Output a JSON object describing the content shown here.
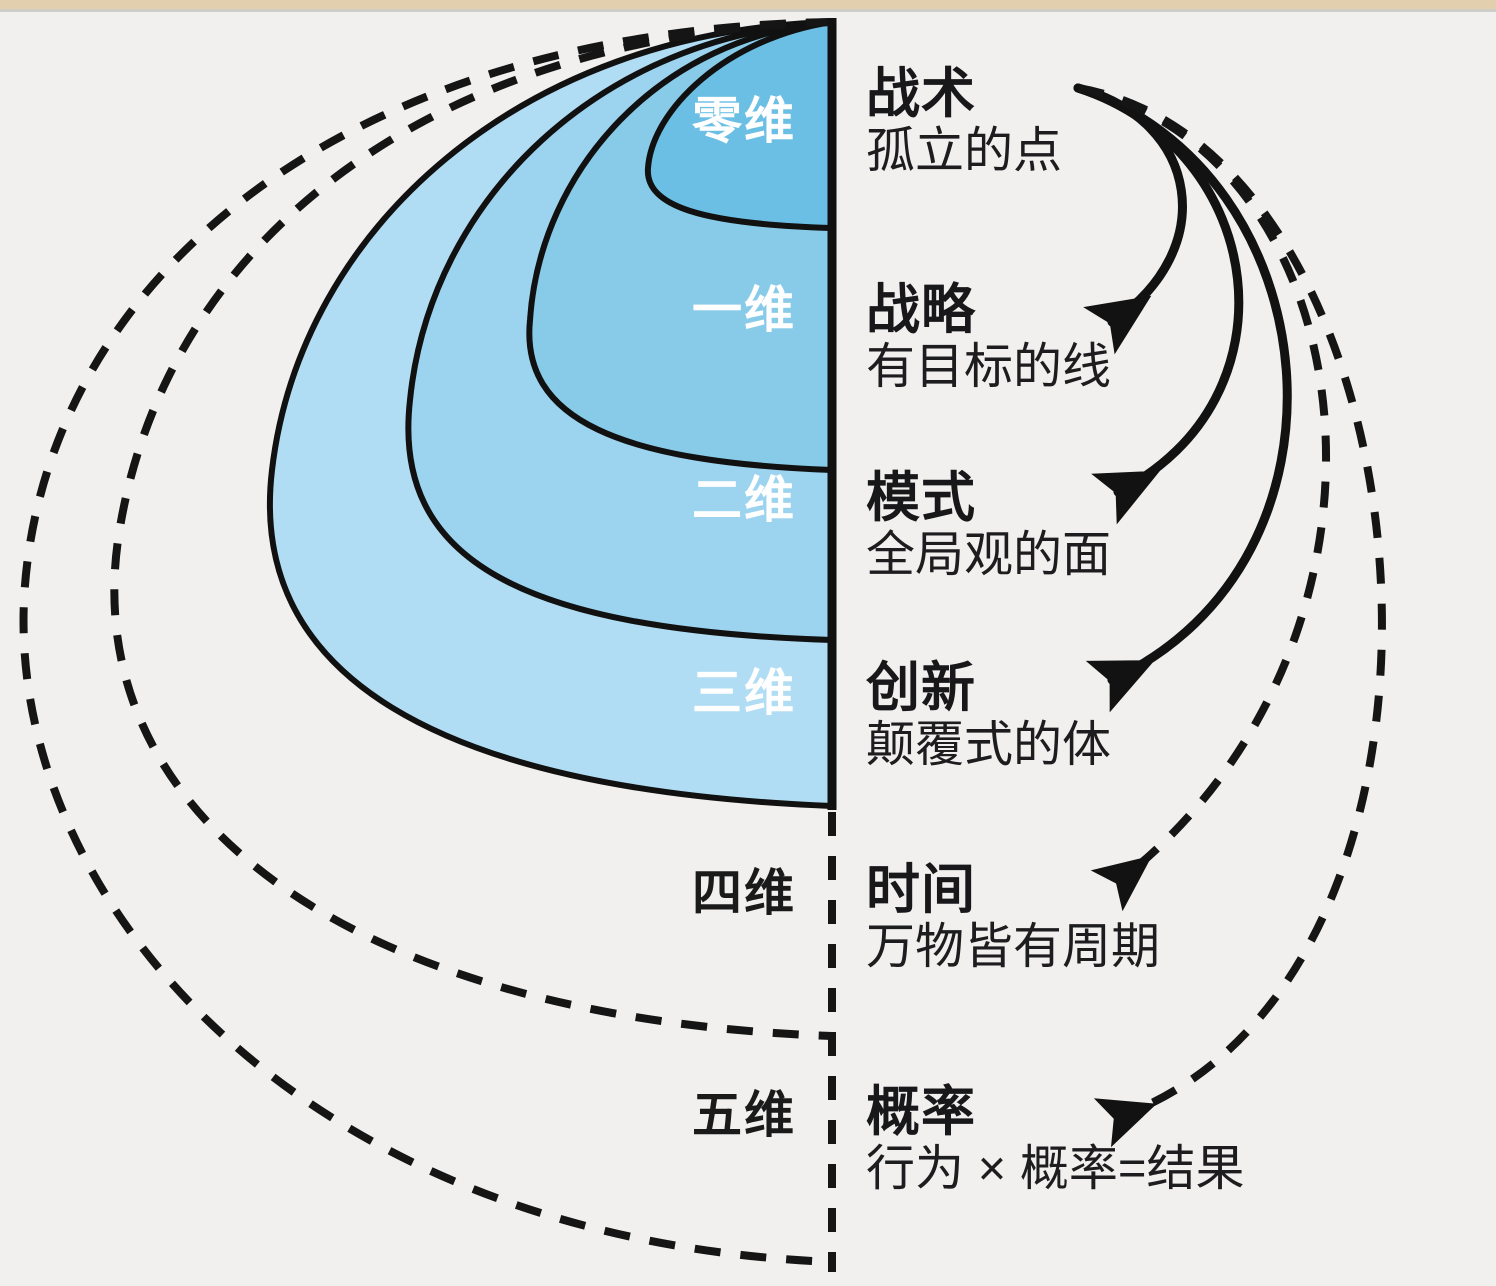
{
  "diagram": {
    "title_semantic": "five-dimension-thinking-model",
    "background_color": "#f1f0ee",
    "top_strip_color": "#e2cfae",
    "axis_color": "#111111",
    "layer_colors": [
      "#6cbfe4",
      "#88cbe9",
      "#9cd4ef",
      "#b0ddf3"
    ]
  },
  "levels": [
    {
      "dim": "零维",
      "dim_style": "white",
      "title": "战术",
      "sub": "孤立的点",
      "solid": true
    },
    {
      "dim": "一维",
      "dim_style": "white",
      "title": "战略",
      "sub": "有目标的线",
      "solid": true
    },
    {
      "dim": "二维",
      "dim_style": "white",
      "title": "模式",
      "sub": "全局观的面",
      "solid": true
    },
    {
      "dim": "三维",
      "dim_style": "white",
      "title": "创新",
      "sub": "颠覆式的体",
      "solid": true
    },
    {
      "dim": "四维",
      "dim_style": "black",
      "title": "时间",
      "sub": "万物皆有周期",
      "solid": false
    },
    {
      "dim": "五维",
      "dim_style": "black",
      "title": "概率",
      "sub": "行为 × 概率=结果",
      "solid": false
    }
  ]
}
